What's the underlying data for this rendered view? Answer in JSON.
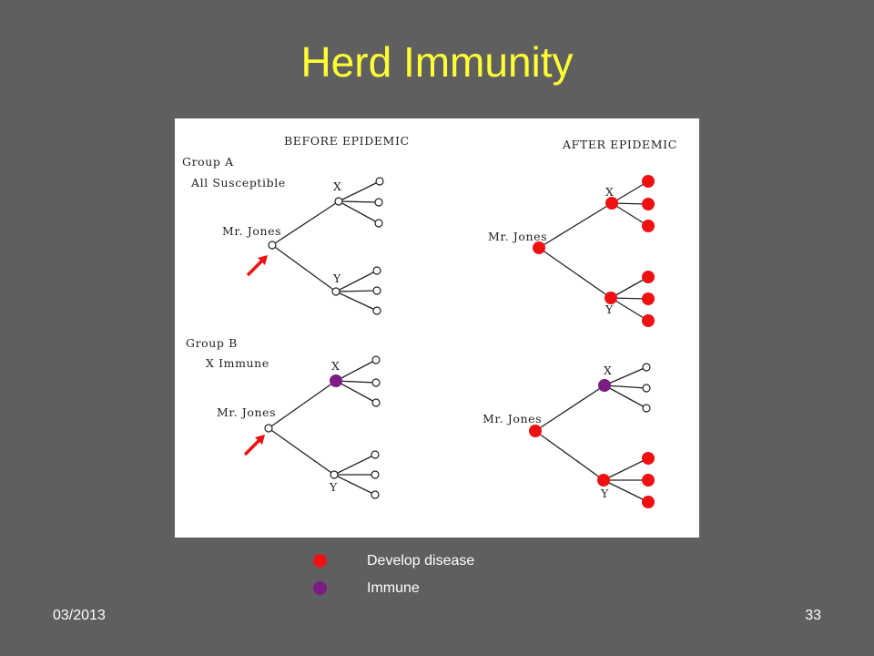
{
  "slide": {
    "title": "Herd Immunity",
    "date": "03/2013",
    "page_number": "33"
  },
  "diagram": {
    "before_heading": "BEFORE EPIDEMIC",
    "after_heading": "AFTER EPIDEMIC",
    "group_a_label": "Group A",
    "group_a_desc": "All Susceptible",
    "group_b_label": "Group B",
    "group_b_desc": "X  Immune",
    "mr_jones": "Mr. Jones",
    "node_x": "X",
    "node_y": "Y"
  },
  "legend": [
    {
      "label": "Develop disease",
      "color": "#ee1111"
    },
    {
      "label": "Immune",
      "color": "#7b1d84"
    }
  ],
  "colors": {
    "background": "#5f5f5f",
    "title": "#ffff33",
    "disease": "#ee1111",
    "immune": "#7b1d84",
    "arrow": "#ee1111"
  }
}
